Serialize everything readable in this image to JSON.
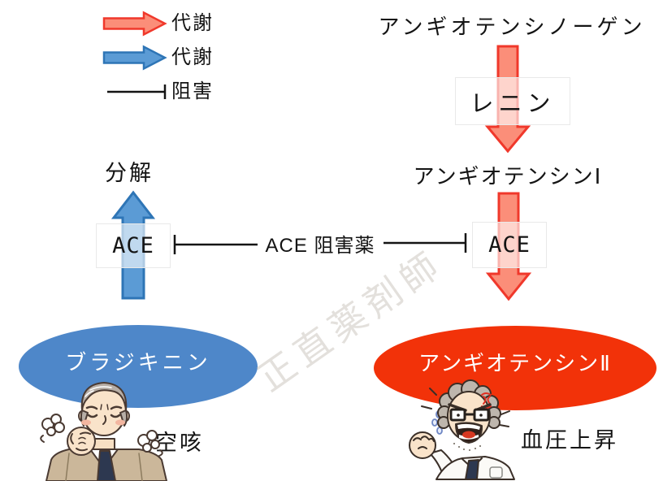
{
  "legend": {
    "metabolism_red": {
      "label": "代謝",
      "fill": "#fb8e79",
      "border": "#f0382b"
    },
    "metabolism_blue": {
      "label": "代謝",
      "fill": "#5b9bd5",
      "border": "#2e75b6"
    },
    "inhibition": {
      "label": "阻害",
      "color": "#141414"
    }
  },
  "raas_pathway": {
    "angiotensinogen": "アンギオテンシノーゲン",
    "renin": "レニン",
    "angiotensin1": "アンギオテンシンⅠ",
    "ace": "ACE",
    "angiotensin2": "アンギオテンシンⅡ",
    "effect": "血圧上昇",
    "ellipse_color": "#f23209",
    "arrow_fill": "#fb8e79",
    "arrow_border": "#f0382b"
  },
  "bradykinin_pathway": {
    "bradykinin": "ブラジキニン",
    "ace": "ACE",
    "degradation": "分解",
    "effect": "空咳",
    "ellipse_color": "#4e87c9",
    "arrow_fill": "#5b9bd5",
    "arrow_border": "#2e75b6"
  },
  "inhibitor": {
    "label": "ACE 阻害薬"
  },
  "watermark": {
    "text": "正直薬剤師"
  },
  "illustrations": {
    "coughing_man": "coughing-elderly-man",
    "angry_man": "angry-elderly-man"
  }
}
